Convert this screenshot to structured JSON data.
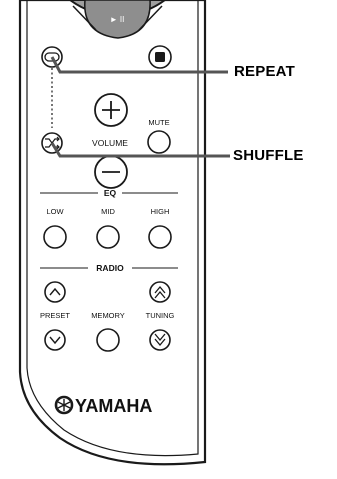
{
  "callouts": {
    "repeat": "REPEAT",
    "shuffle": "SHUFFLE"
  },
  "remote": {
    "play_pause_label": "► II",
    "volume_label": "VOLUME",
    "mute_label": "MUTE",
    "eq_label": "EQ",
    "eq_low": "LOW",
    "eq_mid": "MID",
    "eq_high": "HIGH",
    "radio_label": "RADIO",
    "preset_label": "PRESET",
    "memory_label": "MEMORY",
    "tuning_label": "TUNING",
    "brand": "YAMAHA"
  },
  "colors": {
    "dpad_fill": "#9b9b9b",
    "body_fill": "#ffffff",
    "outline": "#1a1a1a",
    "leader": "#555555"
  }
}
